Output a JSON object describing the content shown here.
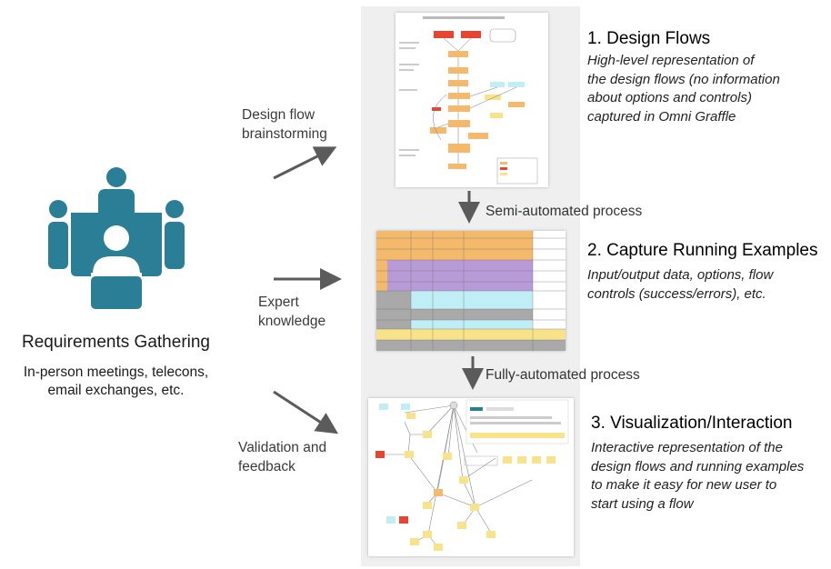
{
  "left": {
    "title": "Requirements Gathering",
    "subtitle_line1": "In-person meetings, telecons,",
    "subtitle_line2": "email exchanges, etc."
  },
  "arrows": {
    "a1_line1": "Design flow",
    "a1_line2": "brainstorming",
    "a2_line1": "Expert",
    "a2_line2": "knowledge",
    "a3_line1": "Validation and",
    "a3_line2": "feedback"
  },
  "process": {
    "semi": "Semi-automated process",
    "full": "Fully-automated process"
  },
  "steps": [
    {
      "title": "1. Design Flows",
      "desc": [
        "High-level representation of",
        "the design flows (no information",
        "about options and controls)",
        "captured in Omni Graffle"
      ]
    },
    {
      "title": "2. Capture Running Examples",
      "desc": [
        "Input/output data, options, flow",
        "controls (success/errors), etc."
      ]
    },
    {
      "title": "3. Visualization/Interaction",
      "desc": [
        "Interactive representation of the",
        "design flows and running examples",
        "to make it easy for new user to",
        "start using a flow"
      ]
    }
  ],
  "colors": {
    "icon": "#2a7f96",
    "arrow": "#5b5b5b",
    "orange": "#f4b96a",
    "red": "#e8442f",
    "purple": "#b79ad6",
    "cyan": "#bfeef6",
    "yellow": "#f8e38a",
    "gray": "#a9a9a9"
  }
}
